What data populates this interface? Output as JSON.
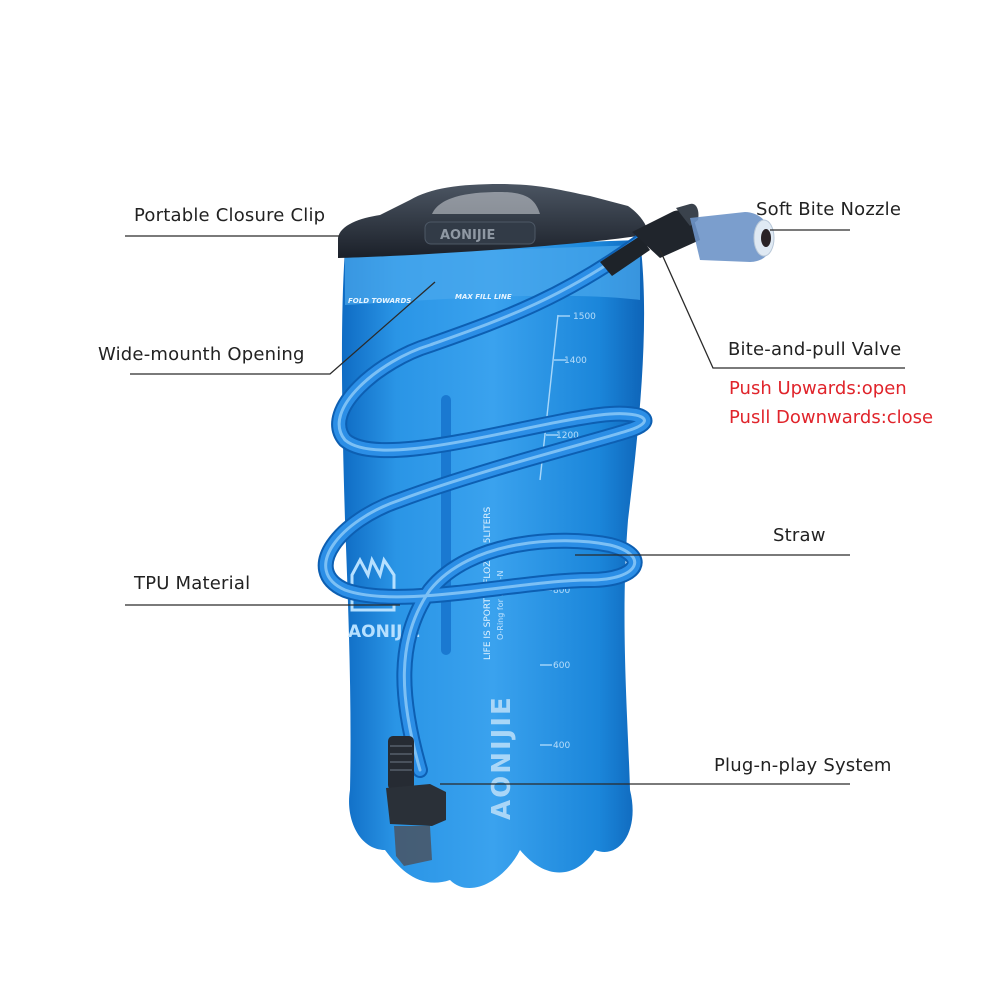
{
  "product": {
    "brand": "AONIJIE",
    "clip_brand": "AONIJIE",
    "side_logo": "AONIJIE",
    "vertical_brand": "AONIJIE",
    "fill_line_text": "MAX FILL LINE",
    "fold_text": "FOLD TOWARDS",
    "capacity_text": "LIFE IS SPORT  50FLOZ / 1.5LITERS",
    "ring_text": "O-Ring for Plug-N",
    "scale_marks": [
      "1500",
      "1400",
      "1200",
      "800",
      "600",
      "400"
    ],
    "colors": {
      "bag": "#1e8fe0",
      "bag_dark": "#0f6cc4",
      "bag_light": "#5fb6f0",
      "tube": "#2b8ee6",
      "clip": "#2c3440",
      "valve": "#20252c"
    }
  },
  "callouts": {
    "closure_clip": "Portable Closure Clip",
    "wide_mouth": "Wide-mounth Opening",
    "tpu_material": "TPU Material",
    "bite_nozzle": "Soft Bite Nozzle",
    "bite_valve": "Bite-and-pull Valve",
    "valve_open": "Push Upwards:open",
    "valve_close": "Pusll Downwards:close",
    "straw": "Straw",
    "plug_n_play": "Plug-n-play System"
  }
}
